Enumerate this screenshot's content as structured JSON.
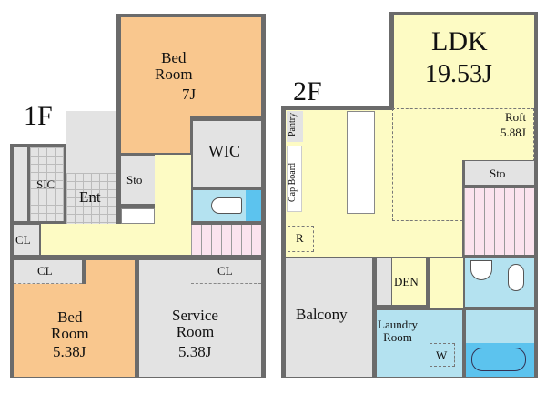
{
  "floor1": {
    "title": "1F",
    "rooms": {
      "bed_top": {
        "name": "Bed\nRoom",
        "size": "7J"
      },
      "wic": "WIC",
      "sto": "Sto",
      "sic": "SIC",
      "ent": "Ent",
      "cl_hall": "CL",
      "cl_left": "CL",
      "cl_right": "CL",
      "bed_bottom": {
        "name": "Bed\nRoom",
        "size": "5.38J"
      },
      "service": {
        "name": "Service\nRoom",
        "size": "5.38J"
      }
    }
  },
  "floor2": {
    "title": "2F",
    "rooms": {
      "ldk": {
        "name": "LDK",
        "size": "19.53J"
      },
      "roft": {
        "name": "Roft",
        "size": "5.88J"
      },
      "pantry": "Pantry",
      "cupboard": "Cap Board",
      "sto": "Sto",
      "r": "R",
      "den": "DEN",
      "balcony": "Balcony",
      "laundry": "Laundry\nRoom",
      "w": "W"
    }
  },
  "colors": {
    "bedroom": "#f9c78e",
    "hall": "#fdfbc4",
    "storage": "#e3e3e3",
    "water": "#b4e2f0",
    "bath": "#5cc3ee",
    "stairs": "#fbe3ee",
    "wall": "#6b6b6b"
  }
}
